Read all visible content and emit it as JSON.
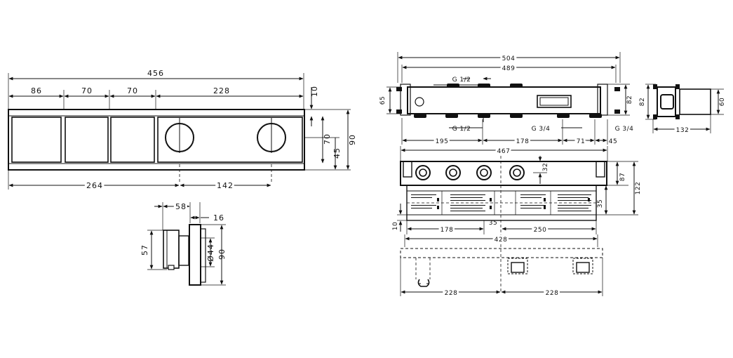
{
  "front_view": {
    "overall_width": "456",
    "button_1": "86",
    "button_2": "70",
    "button_3": "70",
    "knob_section": "228",
    "top_offset": "10",
    "height": "90",
    "inner_height": "70",
    "center_height": "45",
    "knob_position": "264",
    "knob_spacing": "142"
  },
  "side_view": {
    "depth": "58",
    "front_depth": "16",
    "knob_height": "57",
    "knob_diameter": "Ø44",
    "height": "90"
  },
  "box_top": {
    "width_total": "504",
    "width_inner": "489",
    "inlet_top": "G 1/2",
    "inlet_bottom": "G 1/2",
    "outlet_mid": "G 3/4",
    "outlet_right": "G 3/4",
    "height": "65",
    "depth_right": "82",
    "dist_1": "195",
    "dist_2": "178",
    "dist_3": "71",
    "dist_4": "45"
  },
  "box_side": {
    "height_82": "82",
    "height_60": "60",
    "width_132": "132"
  },
  "box_front": {
    "width_467": "467",
    "offset_32": "32",
    "height_87": "87",
    "height_122": "122",
    "offset_35": "35",
    "bottom_10": "10",
    "dist_178": "178",
    "dist_35": "35",
    "dist_250": "250",
    "width_428": "428"
  },
  "box_plan": {
    "half_left": "228",
    "half_right": "228"
  }
}
